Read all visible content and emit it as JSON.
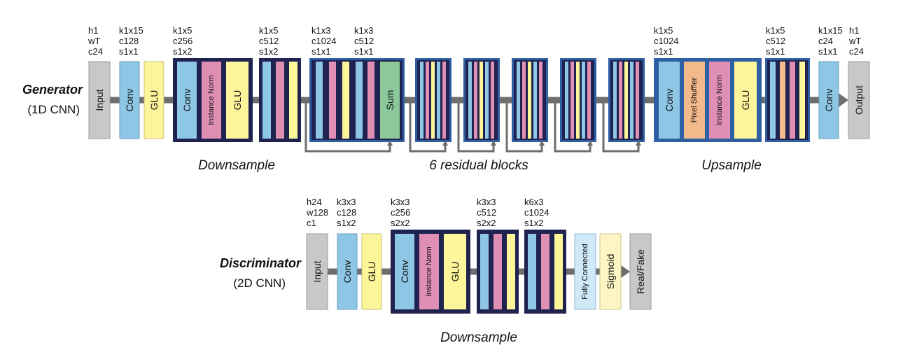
{
  "generator": {
    "title": "Generator",
    "subtitle": "(1D CNN)",
    "input": {
      "label": "Input",
      "params": [
        "h1",
        "wT",
        "c24"
      ]
    },
    "conv1": {
      "label": "Conv",
      "params": [
        "k1x15",
        "c128",
        "s1x1"
      ]
    },
    "glu1": {
      "label": "GLU"
    },
    "down1": {
      "labels": [
        "Conv",
        "Instance Norm",
        "GLU"
      ],
      "params": [
        "k1x5",
        "c256",
        "s1x2"
      ]
    },
    "down2": {
      "params": [
        "k1x5",
        "c512",
        "s1x2"
      ]
    },
    "res1": {
      "sum_label": "Sum",
      "params_a": [
        "k1x3",
        "c1024",
        "s1x1"
      ],
      "params_b": [
        "k1x3",
        "c512",
        "s1x1"
      ]
    },
    "up1": {
      "labels": [
        "Conv",
        "Pixel Shuffler",
        "Instance Norm",
        "GLU"
      ],
      "params": [
        "k1x5",
        "c1024",
        "s1x1"
      ]
    },
    "up2": {
      "params": [
        "k1x5",
        "c512",
        "s1x1"
      ]
    },
    "conv_out": {
      "label": "Conv",
      "params": [
        "k1x15",
        "c24",
        "s1x1"
      ]
    },
    "output": {
      "label": "Output",
      "params": [
        "h1",
        "wT",
        "c24"
      ]
    },
    "captions": {
      "downsample": "Downsample",
      "residual": "6 residual blocks",
      "upsample": "Upsample"
    }
  },
  "discriminator": {
    "title": "Discriminator",
    "subtitle": "(2D CNN)",
    "input": {
      "label": "Input",
      "params": [
        "h24",
        "w128",
        "c1"
      ]
    },
    "conv1": {
      "label": "Conv",
      "params": [
        "k3x3",
        "c128",
        "s1x2"
      ]
    },
    "glu1": {
      "label": "GLU"
    },
    "down1": {
      "labels": [
        "Conv",
        "Instance Norm",
        "GLU"
      ],
      "params": [
        "k3x3",
        "c256",
        "s2x2"
      ]
    },
    "down2": {
      "params": [
        "k3x3",
        "c512",
        "s2x2"
      ]
    },
    "down3": {
      "params": [
        "k6x3",
        "c1024",
        "s1x2"
      ]
    },
    "fc": {
      "label": "Fully Connected"
    },
    "sigmoid": {
      "label": "Sigmoid"
    },
    "output": {
      "label": "Real/Fake"
    },
    "captions": {
      "downsample": "Downsample"
    }
  },
  "colors": {
    "input": "#c8c8c8",
    "conv": "#8ec6e6",
    "glu": "#fdf59a",
    "norm": "#e08fb4",
    "shuffler": "#f2b98a",
    "sum": "#8bc99a",
    "fc": "#cfe9f7",
    "sigmoid": "#fdf6c4",
    "frame_dark": "#20234f",
    "frame_blue": "#2f5fa3",
    "pipe": "#6e6e6e"
  }
}
